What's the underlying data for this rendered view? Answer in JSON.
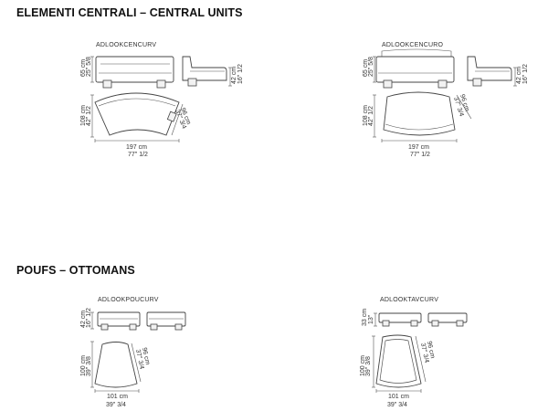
{
  "sections": {
    "central": {
      "title": "ELEMENTI CENTRALI – CENTRAL UNITS"
    },
    "poufs": {
      "title": "POUFS – OTTOMANS"
    }
  },
  "items": [
    {
      "code": "ADLOOKCENCURV",
      "side_height": [
        "65 cm",
        "25\" 5/8"
      ],
      "seat_height": [
        "42 cm",
        "16\" 1/2"
      ],
      "depth": [
        "108 cm",
        "42\" 1/2"
      ],
      "diag": [
        "96 cm",
        "37\" 3/4"
      ],
      "width": [
        "197 cm",
        "77\" 1/2"
      ]
    },
    {
      "code": "ADLOOKCENCURO",
      "side_height": [
        "65 cm",
        "25\" 5/8"
      ],
      "seat_height": [
        "42 cm",
        "16\" 1/2"
      ],
      "depth": [
        "108 cm",
        "42\" 1/2"
      ],
      "diag": [
        "96 cm",
        "37\" 3/4"
      ],
      "width": [
        "197 cm",
        "77\" 1/2"
      ]
    },
    {
      "code": "ADLOOKPOUCURV",
      "side_height": [
        "42 cm",
        "16\" 1/2"
      ],
      "depth": [
        "100 cm",
        "39\" 3/8"
      ],
      "diag": [
        "96 cm",
        "37\" 3/4"
      ],
      "width": [
        "101 cm",
        "39\" 3/4"
      ]
    },
    {
      "code": "ADLOOKTAVCURV",
      "side_height": [
        "33 cm",
        "13\""
      ],
      "depth": [
        "100 cm",
        "39\" 3/8"
      ],
      "diag": [
        "96 cm",
        "37\" 3/4"
      ],
      "width": [
        "101 cm",
        "39\" 3/4"
      ]
    }
  ]
}
